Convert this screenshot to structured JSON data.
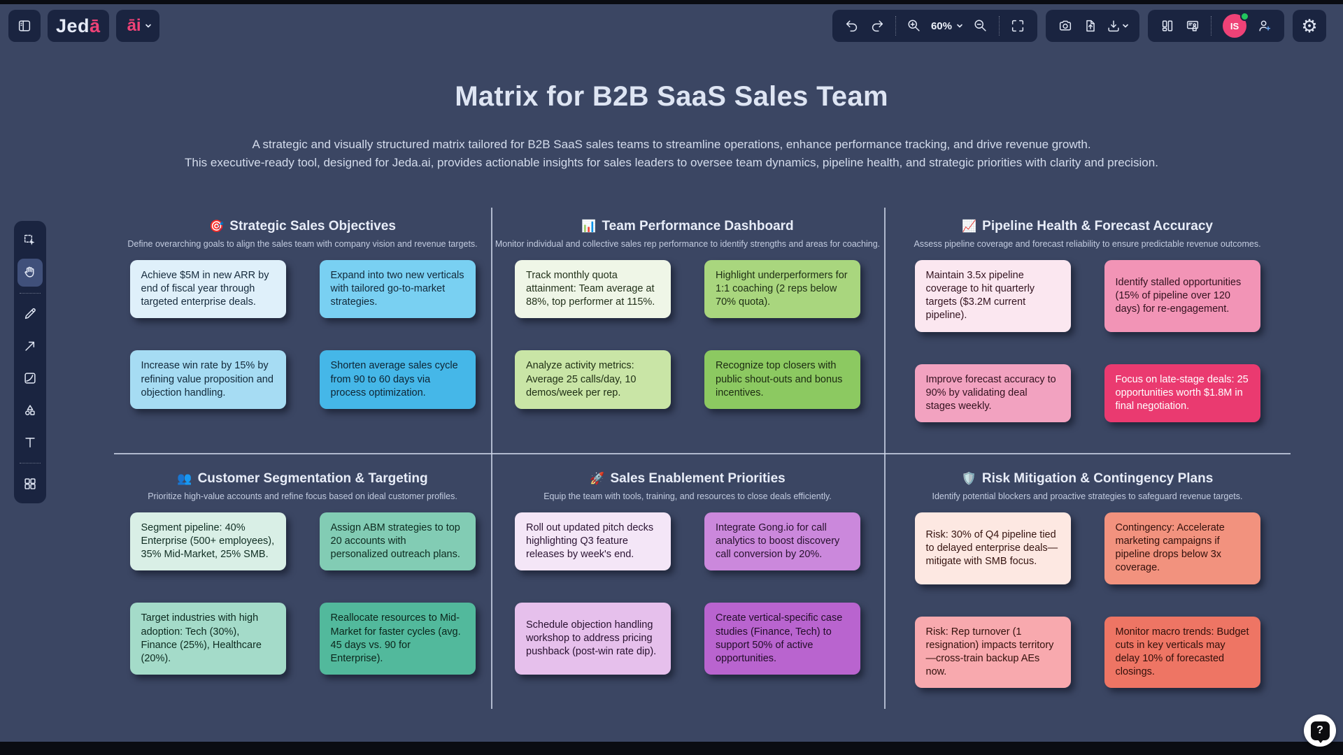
{
  "colors": {
    "canvas_bg": "#3b4663",
    "toolbar_bg": "#1a2440",
    "accent_pink": "#ef4277",
    "online_green": "#22c55e",
    "gridline": "#ced6e8"
  },
  "top_bar": {
    "logo_prefix": "Jed",
    "logo_accent": "ā",
    "ai_label": "āi",
    "zoom_level": "60%",
    "avatar_initials": "IS",
    "icons": [
      "sidebar-toggle-icon",
      "undo-icon",
      "redo-icon",
      "zoom-in-icon",
      "zoom-out-icon",
      "fullscreen-icon",
      "camera-icon",
      "export-file-icon",
      "download-icon",
      "layout-panels-icon",
      "presentation-icon",
      "user-plus-icon",
      "gear-icon"
    ]
  },
  "tools_sidebar": {
    "tools": [
      {
        "name": "select",
        "icon": "select-cursor-icon",
        "active": false
      },
      {
        "name": "hand",
        "icon": "hand-icon",
        "active": true
      },
      {
        "name": "pen",
        "icon": "pen-icon",
        "active": false
      },
      {
        "name": "arrow",
        "icon": "arrow-icon",
        "active": false
      },
      {
        "name": "image",
        "icon": "image-icon",
        "active": false
      },
      {
        "name": "shapes",
        "icon": "shapes-icon",
        "active": false
      },
      {
        "name": "text",
        "icon": "text-icon",
        "active": false
      },
      {
        "name": "templates",
        "icon": "grid-icon",
        "active": false
      }
    ]
  },
  "canvas": {
    "title": "Matrix for B2B SaaS Sales Team",
    "subtitle_line1": "A strategic and visually structured matrix tailored for B2B SaaS sales teams to streamline operations, enhance performance tracking, and drive revenue growth.",
    "subtitle_line2": "This executive-ready tool, designed for Jeda.ai, provides actionable insights for sales leaders to oversee team dynamics, pipeline health, and strategic priorities with clarity and precision.",
    "sections": [
      {
        "emoji": "🎯",
        "title": "Strategic Sales Objectives",
        "subtitle": "Define overarching goals to align the sales team with company vision and revenue targets.",
        "notes": [
          {
            "text": "Achieve $5M in new ARR by end of fiscal year through targeted enterprise deals.",
            "bg": "#dff0fa",
            "fg": "#152a3c"
          },
          {
            "text": "Expand into two new verticals with tailored go-to-market strategies.",
            "bg": "#79d0f2",
            "fg": "#12293a"
          },
          {
            "text": "Increase win rate by 15% by refining value proposition and objection handling.",
            "bg": "#a6dcf3",
            "fg": "#12293a"
          },
          {
            "text": "Shorten average sales cycle from 90 to 60 days via process optimization.",
            "bg": "#45b7e8",
            "fg": "#0e2433"
          }
        ]
      },
      {
        "emoji": "📊",
        "title": "Team Performance Dashboard",
        "subtitle": "Monitor individual and collective sales rep performance to identify strengths and areas for coaching.",
        "notes": [
          {
            "text": "Track monthly quota attainment: Team average at 88%, top performer at 115%.",
            "bg": "#eff6e7",
            "fg": "#23321b"
          },
          {
            "text": "Highlight underperformers for 1:1 coaching (2 reps below 70% quota).",
            "bg": "#a9d67e",
            "fg": "#1e2e14"
          },
          {
            "text": "Analyze activity metrics: Average 25 calls/day, 10 demos/week per rep.",
            "bg": "#c9e5a6",
            "fg": "#1e2e14"
          },
          {
            "text": "Recognize top closers with public shout-outs and bonus incentives.",
            "bg": "#8cc961",
            "fg": "#1b2a11"
          }
        ]
      },
      {
        "emoji": "📈",
        "title": "Pipeline Health & Forecast Accuracy",
        "subtitle": "Assess pipeline coverage and forecast reliability to ensure predictable revenue outcomes.",
        "notes": [
          {
            "text": "Maintain 3.5x pipeline coverage to hit quarterly targets ($3.2M current pipeline).",
            "bg": "#fbe7f0",
            "fg": "#33131f"
          },
          {
            "text": "Identify stalled opportunities (15% of pipeline over 120 days) for re-engagement.",
            "bg": "#f294b6",
            "fg": "#33121f"
          },
          {
            "text": "Improve forecast accuracy to 90% by validating deal stages weekly.",
            "bg": "#f2a2c0",
            "fg": "#33121f"
          },
          {
            "text": "Focus on late-stage deals: 25 opportunities worth $1.8M in final negotiation.",
            "bg": "#ea3a70",
            "fg": "#ffffff"
          }
        ]
      },
      {
        "emoji": "👥",
        "title": "Customer Segmentation & Targeting",
        "subtitle": "Prioritize high-value accounts and refine focus based on ideal customer profiles.",
        "notes": [
          {
            "text": "Segment pipeline: 40% Enterprise (500+ employees), 35% Mid-Market, 25% SMB.",
            "bg": "#d9efe6",
            "fg": "#102e23"
          },
          {
            "text": "Assign ABM strategies to top 20 accounts with personalized outreach plans.",
            "bg": "#82ccb4",
            "fg": "#0e2b20"
          },
          {
            "text": "Target industries with high adoption: Tech (30%), Finance (25%), Healthcare (20%).",
            "bg": "#a4dbc9",
            "fg": "#0e2b20"
          },
          {
            "text": "Reallocate resources to Mid-Market for faster cycles (avg. 45 days vs. 90 for Enterprise).",
            "bg": "#52b99c",
            "fg": "#0b251b"
          }
        ]
      },
      {
        "emoji": "🚀",
        "title": "Sales Enablement Priorities",
        "subtitle": "Equip the team with tools, training, and resources to close deals efficiently.",
        "notes": [
          {
            "text": "Roll out updated pitch decks highlighting Q3 feature releases by week's end.",
            "bg": "#f4e6f7",
            "fg": "#2c1534"
          },
          {
            "text": "Integrate Gong.io for call analytics to boost discovery call conversion by 20%.",
            "bg": "#cb88dc",
            "fg": "#28112f"
          },
          {
            "text": "Schedule objection handling workshop to address pricing pushback (post-win rate dip).",
            "bg": "#e6c0ec",
            "fg": "#28112f"
          },
          {
            "text": "Create vertical-specific case studies (Finance, Tech) to support 50% of active opportunities.",
            "bg": "#b964cf",
            "fg": "#220d29"
          }
        ]
      },
      {
        "emoji": "🛡️",
        "title": "Risk Mitigation & Contingency Plans",
        "subtitle": "Identify potential blockers and proactive strategies to safeguard revenue targets.",
        "notes": [
          {
            "text": "Risk: 30% of Q4 pipeline tied to delayed enterprise deals—mitigate with SMB focus.",
            "bg": "#fde8e2",
            "fg": "#361410"
          },
          {
            "text": "Contingency: Accelerate marketing campaigns if pipeline drops below 3x coverage.",
            "bg": "#f2927e",
            "fg": "#33110c"
          },
          {
            "text": "Risk: Rep turnover (1 resignation) impacts territory—cross-train backup AEs now.",
            "bg": "#f8a9ae",
            "fg": "#33110c"
          },
          {
            "text": "Monitor macro trends: Budget cuts in key verticals may delay 10% of forecasted closings.",
            "bg": "#ee7564",
            "fg": "#300f0a"
          }
        ]
      }
    ]
  },
  "help": {
    "label": "?"
  }
}
